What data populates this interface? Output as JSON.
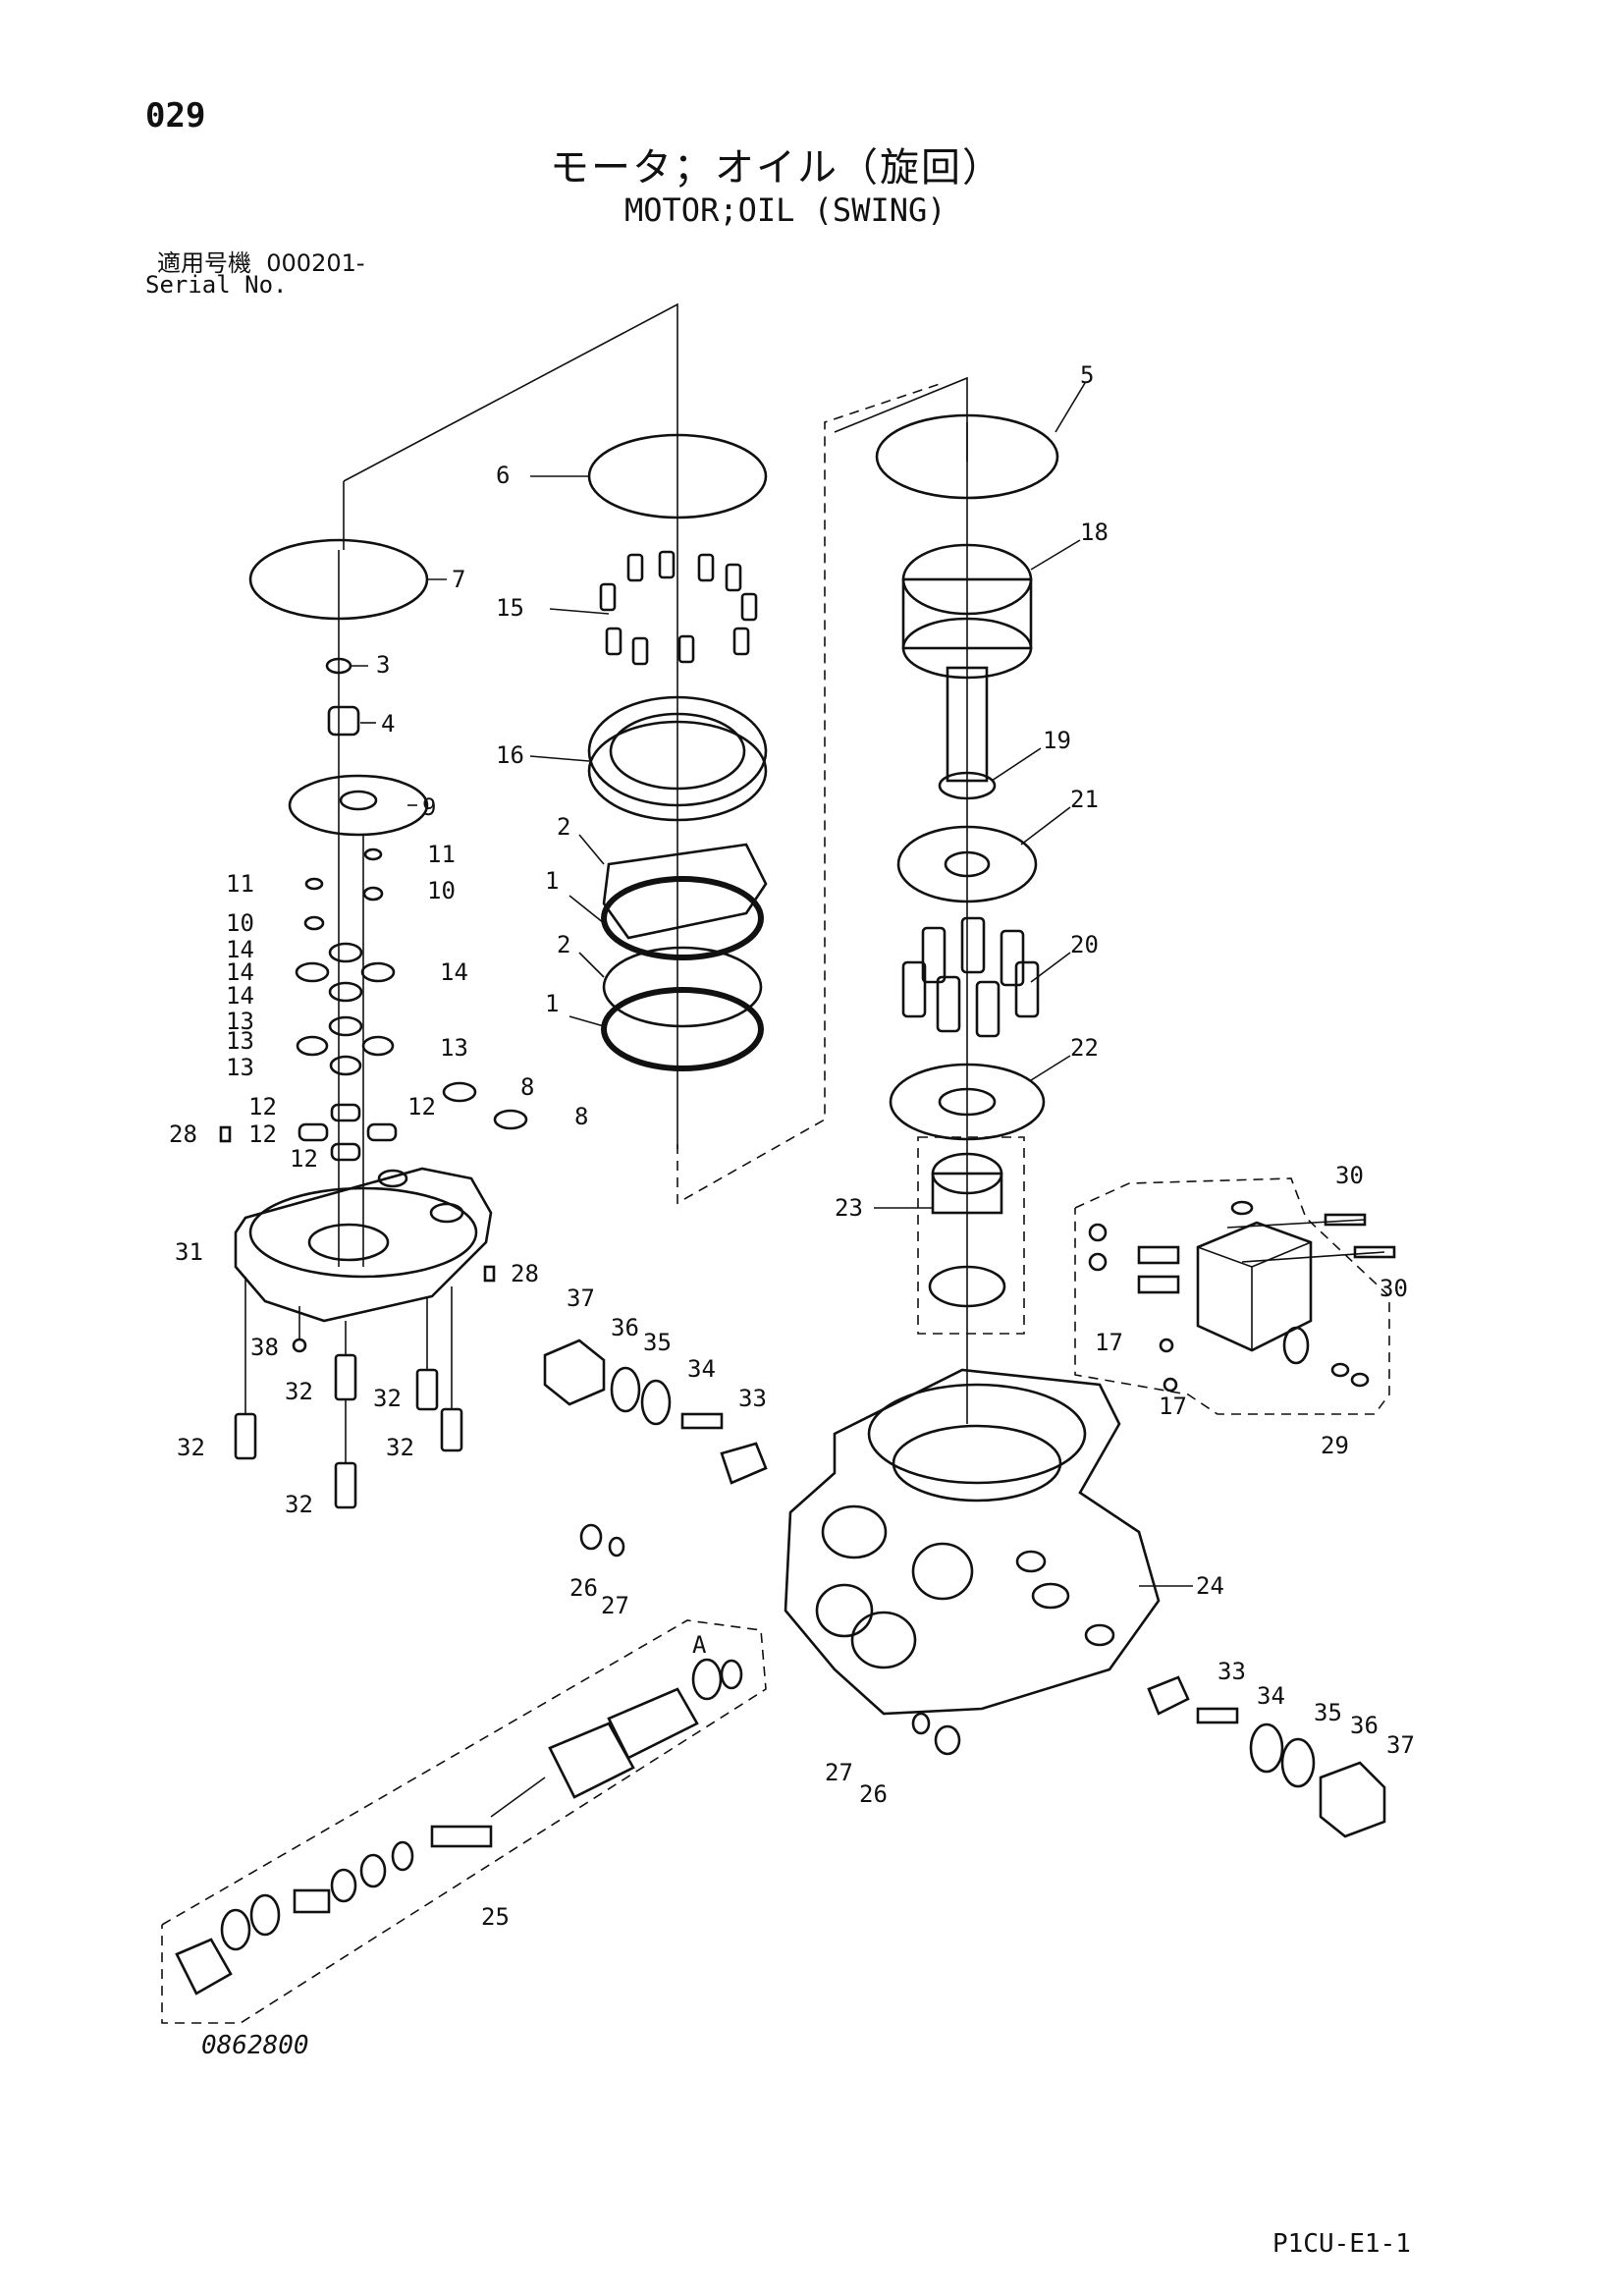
{
  "header": {
    "page_number": "029",
    "title_jp": "モータ；オイル（旋回）",
    "title_en": "MOTOR;OIL (SWING)",
    "serial_label_jp": "適用号機",
    "serial_value": "000201-",
    "serial_label_en": "Serial No."
  },
  "diagram": {
    "callouts": [
      "1",
      "1",
      "2",
      "2",
      "3",
      "4",
      "5",
      "6",
      "7",
      "8",
      "8",
      "9",
      "10",
      "10",
      "11",
      "11",
      "12",
      "12",
      "12",
      "12",
      "13",
      "13",
      "13",
      "13",
      "14",
      "14",
      "14",
      "14",
      "15",
      "16",
      "17",
      "17",
      "18",
      "19",
      "20",
      "21",
      "22",
      "23",
      "24",
      "25",
      "26",
      "26",
      "27",
      "27",
      "28",
      "28",
      "29",
      "30",
      "30",
      "31",
      "32",
      "32",
      "32",
      "32",
      "32",
      "33",
      "33",
      "34",
      "34",
      "35",
      "35",
      "36",
      "36",
      "37",
      "37",
      "38",
      "A"
    ]
  },
  "footer": {
    "drawing_code": "0862800",
    "sheet_code": "P1CU-E1-1"
  }
}
